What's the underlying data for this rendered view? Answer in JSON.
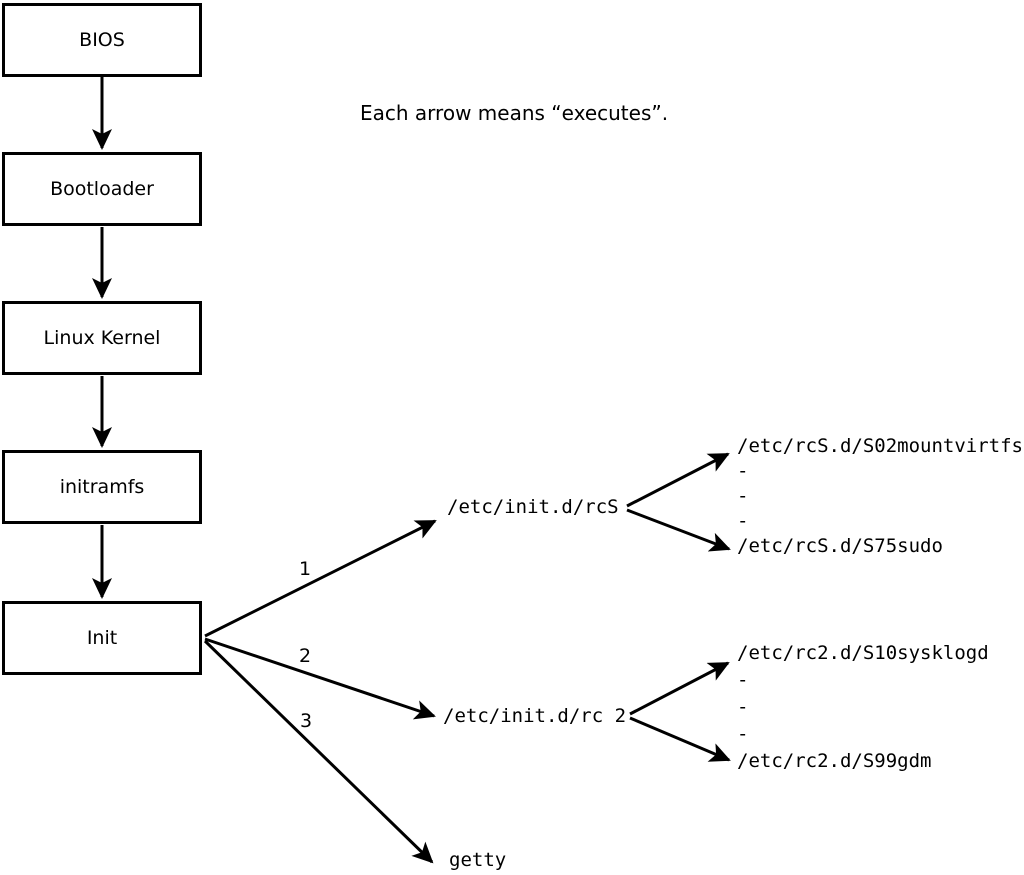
{
  "note": "Each arrow means “executes”.",
  "colors": {
    "line": "#000000",
    "background": "#ffffff",
    "text": "#000000"
  },
  "boot_chain": [
    {
      "label": "BIOS"
    },
    {
      "label": "Bootloader"
    },
    {
      "label": "Linux Kernel"
    },
    {
      "label": "initramfs"
    },
    {
      "label": "Init"
    }
  ],
  "branches": [
    {
      "number": "1",
      "target": "/etc/init.d/rcS",
      "scripts": [
        "/etc/rcS.d/S02mountvirtfs",
        "-",
        "-",
        "-",
        "/etc/rcS.d/S75sudo"
      ]
    },
    {
      "number": "2",
      "target": "/etc/init.d/rc 2",
      "scripts": [
        "/etc/rc2.d/S10sysklogd",
        "-",
        "-",
        "-",
        "/etc/rc2.d/S99gdm"
      ]
    },
    {
      "number": "3",
      "target": "getty",
      "scripts": []
    }
  ]
}
